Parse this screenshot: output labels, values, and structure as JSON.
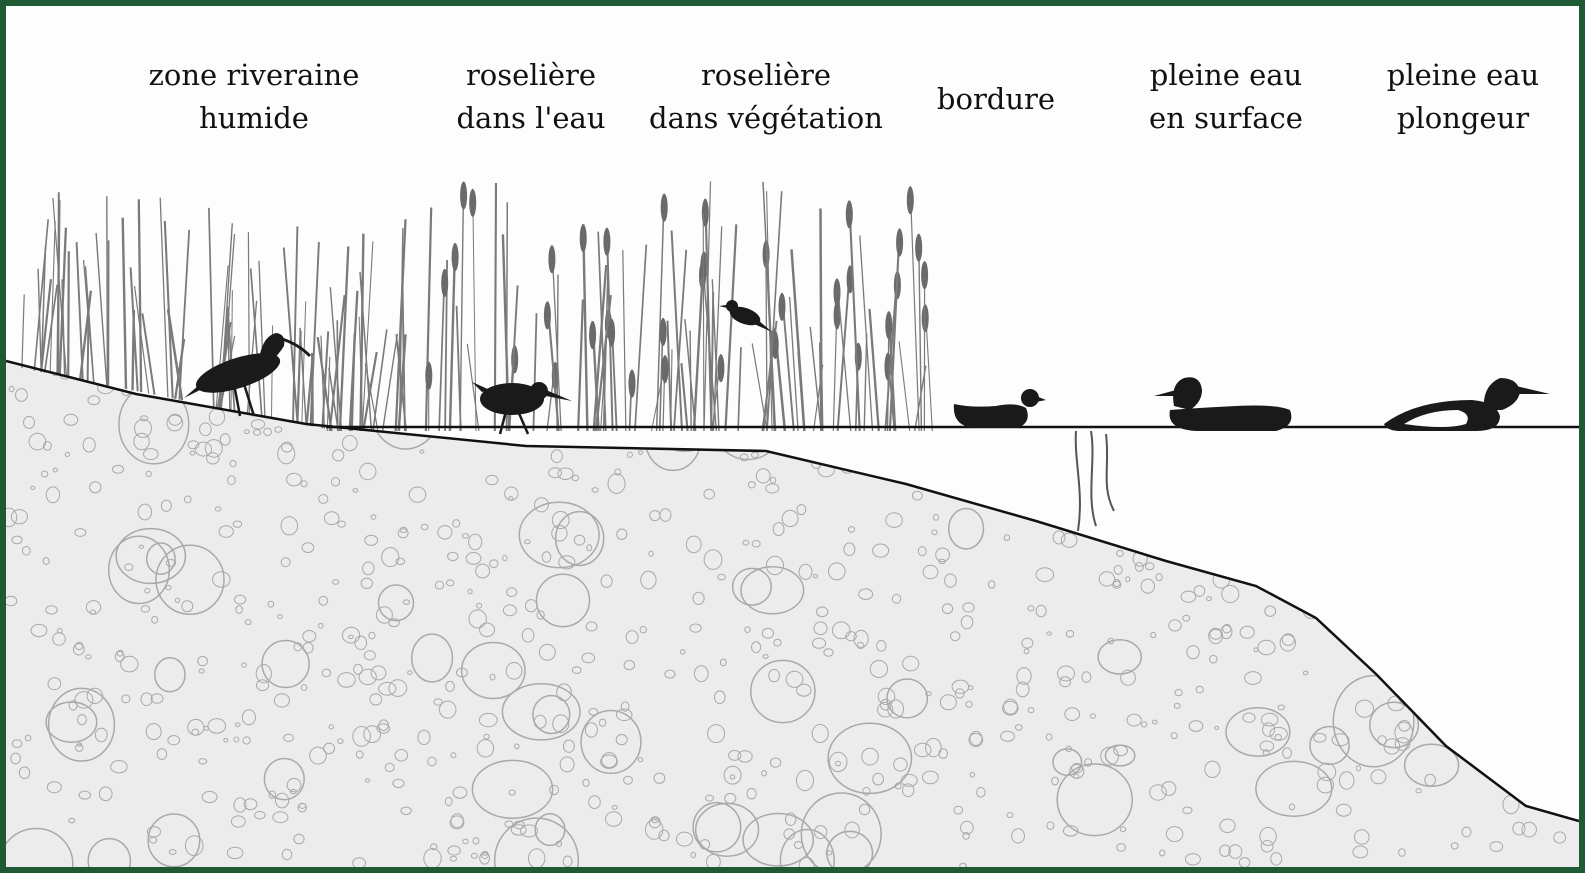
{
  "zones": [
    {
      "id": "zone-riveraine",
      "lines": [
        "zone riveraine",
        "humide"
      ]
    },
    {
      "id": "roseliere-eau",
      "lines": [
        "roselière",
        "dans l'eau"
      ]
    },
    {
      "id": "roseliere-vegetation",
      "lines": [
        "roselière",
        "dans végétation"
      ]
    },
    {
      "id": "bordure",
      "lines": [
        "bordure"
      ]
    },
    {
      "id": "pleine-eau-surface",
      "lines": [
        "pleine eau",
        "en surface"
      ]
    },
    {
      "id": "pleine-eau-plongeur",
      "lines": [
        "pleine eau",
        "plongeur"
      ]
    }
  ],
  "colors": {
    "frame": "#1f5a34",
    "paper": "#fdfdfd",
    "sediment": "#a9a9a9",
    "vegetation": "#7a7a7a",
    "bird": "#1a1a1a",
    "line": "#111111"
  }
}
